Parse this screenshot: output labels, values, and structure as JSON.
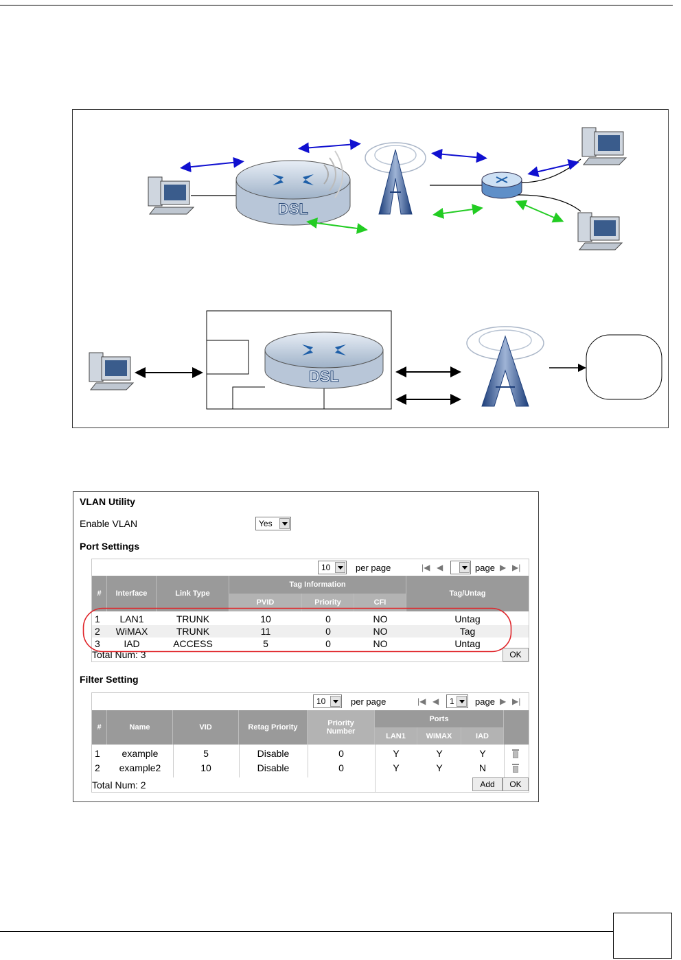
{
  "diagram": {
    "router_label_top": "DSL",
    "router_label_bottom": "DSL"
  },
  "ui": {
    "title": "VLAN Utility",
    "enable_vlan_label": "Enable VLAN",
    "enable_vlan_value": "Yes",
    "port_settings": {
      "title": "Port Settings",
      "per_page_value": "10",
      "per_page_label": "per page",
      "page_value": "",
      "page_label": "page",
      "headers": {
        "num": "#",
        "interface": "Interface",
        "link_type": "Link Type",
        "tag_info": "Tag Information",
        "pvid": "PVID",
        "priority": "Priority",
        "cfi": "CFI",
        "tag_untag": "Tag/Untag"
      },
      "rows": [
        {
          "num": "1",
          "interface": "LAN1",
          "link_type": "TRUNK",
          "pvid": "10",
          "priority": "0",
          "cfi": "NO",
          "tag": "Untag"
        },
        {
          "num": "2",
          "interface": "WiMAX",
          "link_type": "TRUNK",
          "pvid": "11",
          "priority": "0",
          "cfi": "NO",
          "tag": "Tag"
        },
        {
          "num": "3",
          "interface": "IAD",
          "link_type": "ACCESS",
          "pvid": "5",
          "priority": "0",
          "cfi": "NO",
          "tag": "Untag"
        }
      ],
      "total": "Total Num: 3",
      "ok_label": "OK",
      "highlight_color": "#e0262b"
    },
    "filter_setting": {
      "title": "Filter Setting",
      "per_page_value": "10",
      "per_page_label": "per page",
      "page_value": "1",
      "page_label": "page",
      "headers": {
        "num": "#",
        "name": "Name",
        "vid": "VID",
        "retag": "Retag Priority",
        "priority_number": "Priority Number",
        "ports": "Ports",
        "lan1": "LAN1",
        "wimax": "WiMAX",
        "iad": "IAD"
      },
      "rows": [
        {
          "num": "1",
          "name": "example",
          "vid": "5",
          "retag": "Disable",
          "prio": "0",
          "lan1": "Y",
          "wimax": "Y",
          "iad": "Y"
        },
        {
          "num": "2",
          "name": "example2",
          "vid": "10",
          "retag": "Disable",
          "prio": "0",
          "lan1": "Y",
          "wimax": "Y",
          "iad": "N"
        }
      ],
      "total": "Total Num: 2",
      "add_label": "Add",
      "ok_label": "OK"
    }
  }
}
